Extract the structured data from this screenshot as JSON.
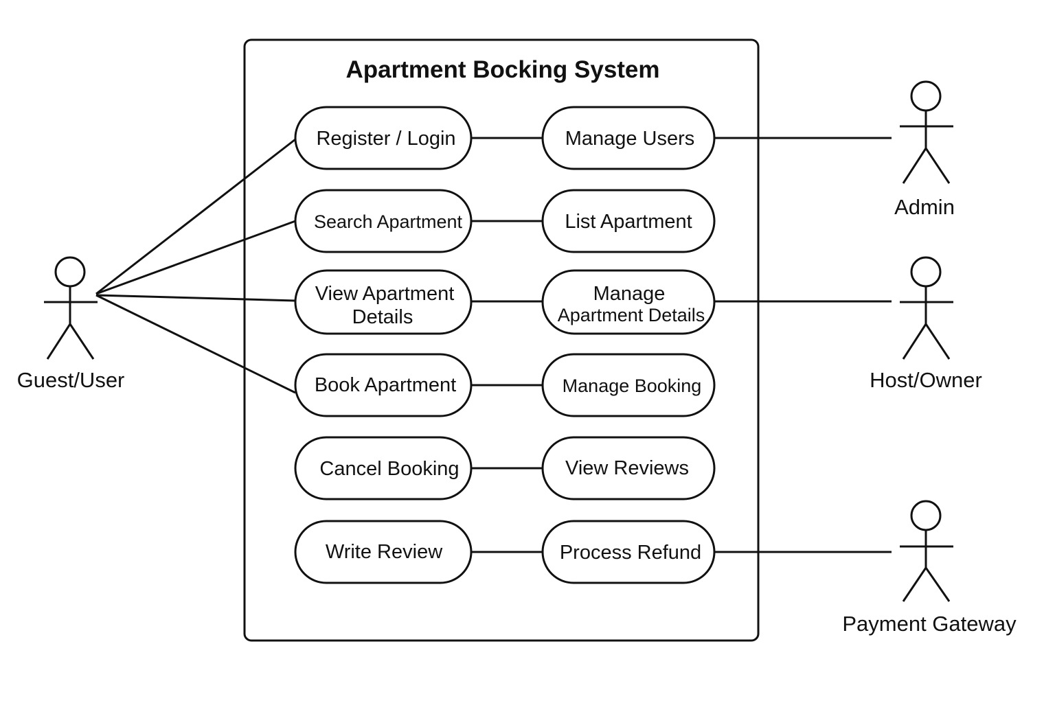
{
  "system": {
    "title": "Apartment Bocking System"
  },
  "actors": {
    "guest": "Guest/User",
    "admin": "Admin",
    "host": "Host/Owner",
    "payment": "Payment Gateway"
  },
  "use_cases": {
    "register_login": "Register / Login",
    "search_apartment": "Search Apartment",
    "view_apartment_details_1": "View Apartment",
    "view_apartment_details_2": "Details",
    "book_apartment": "Book Apartment",
    "cancel_booking": "Cancel Booking",
    "write_review": "Write Review",
    "manage_users": "Manage Users",
    "list_apartment": "List Apartment",
    "manage_apartment_details_1": "Manage",
    "manage_apartment_details_2": "Apartment Details",
    "manage_booking": "Manage Booking",
    "view_reviews": "View Reviews",
    "process_refund": "Process Refund"
  }
}
